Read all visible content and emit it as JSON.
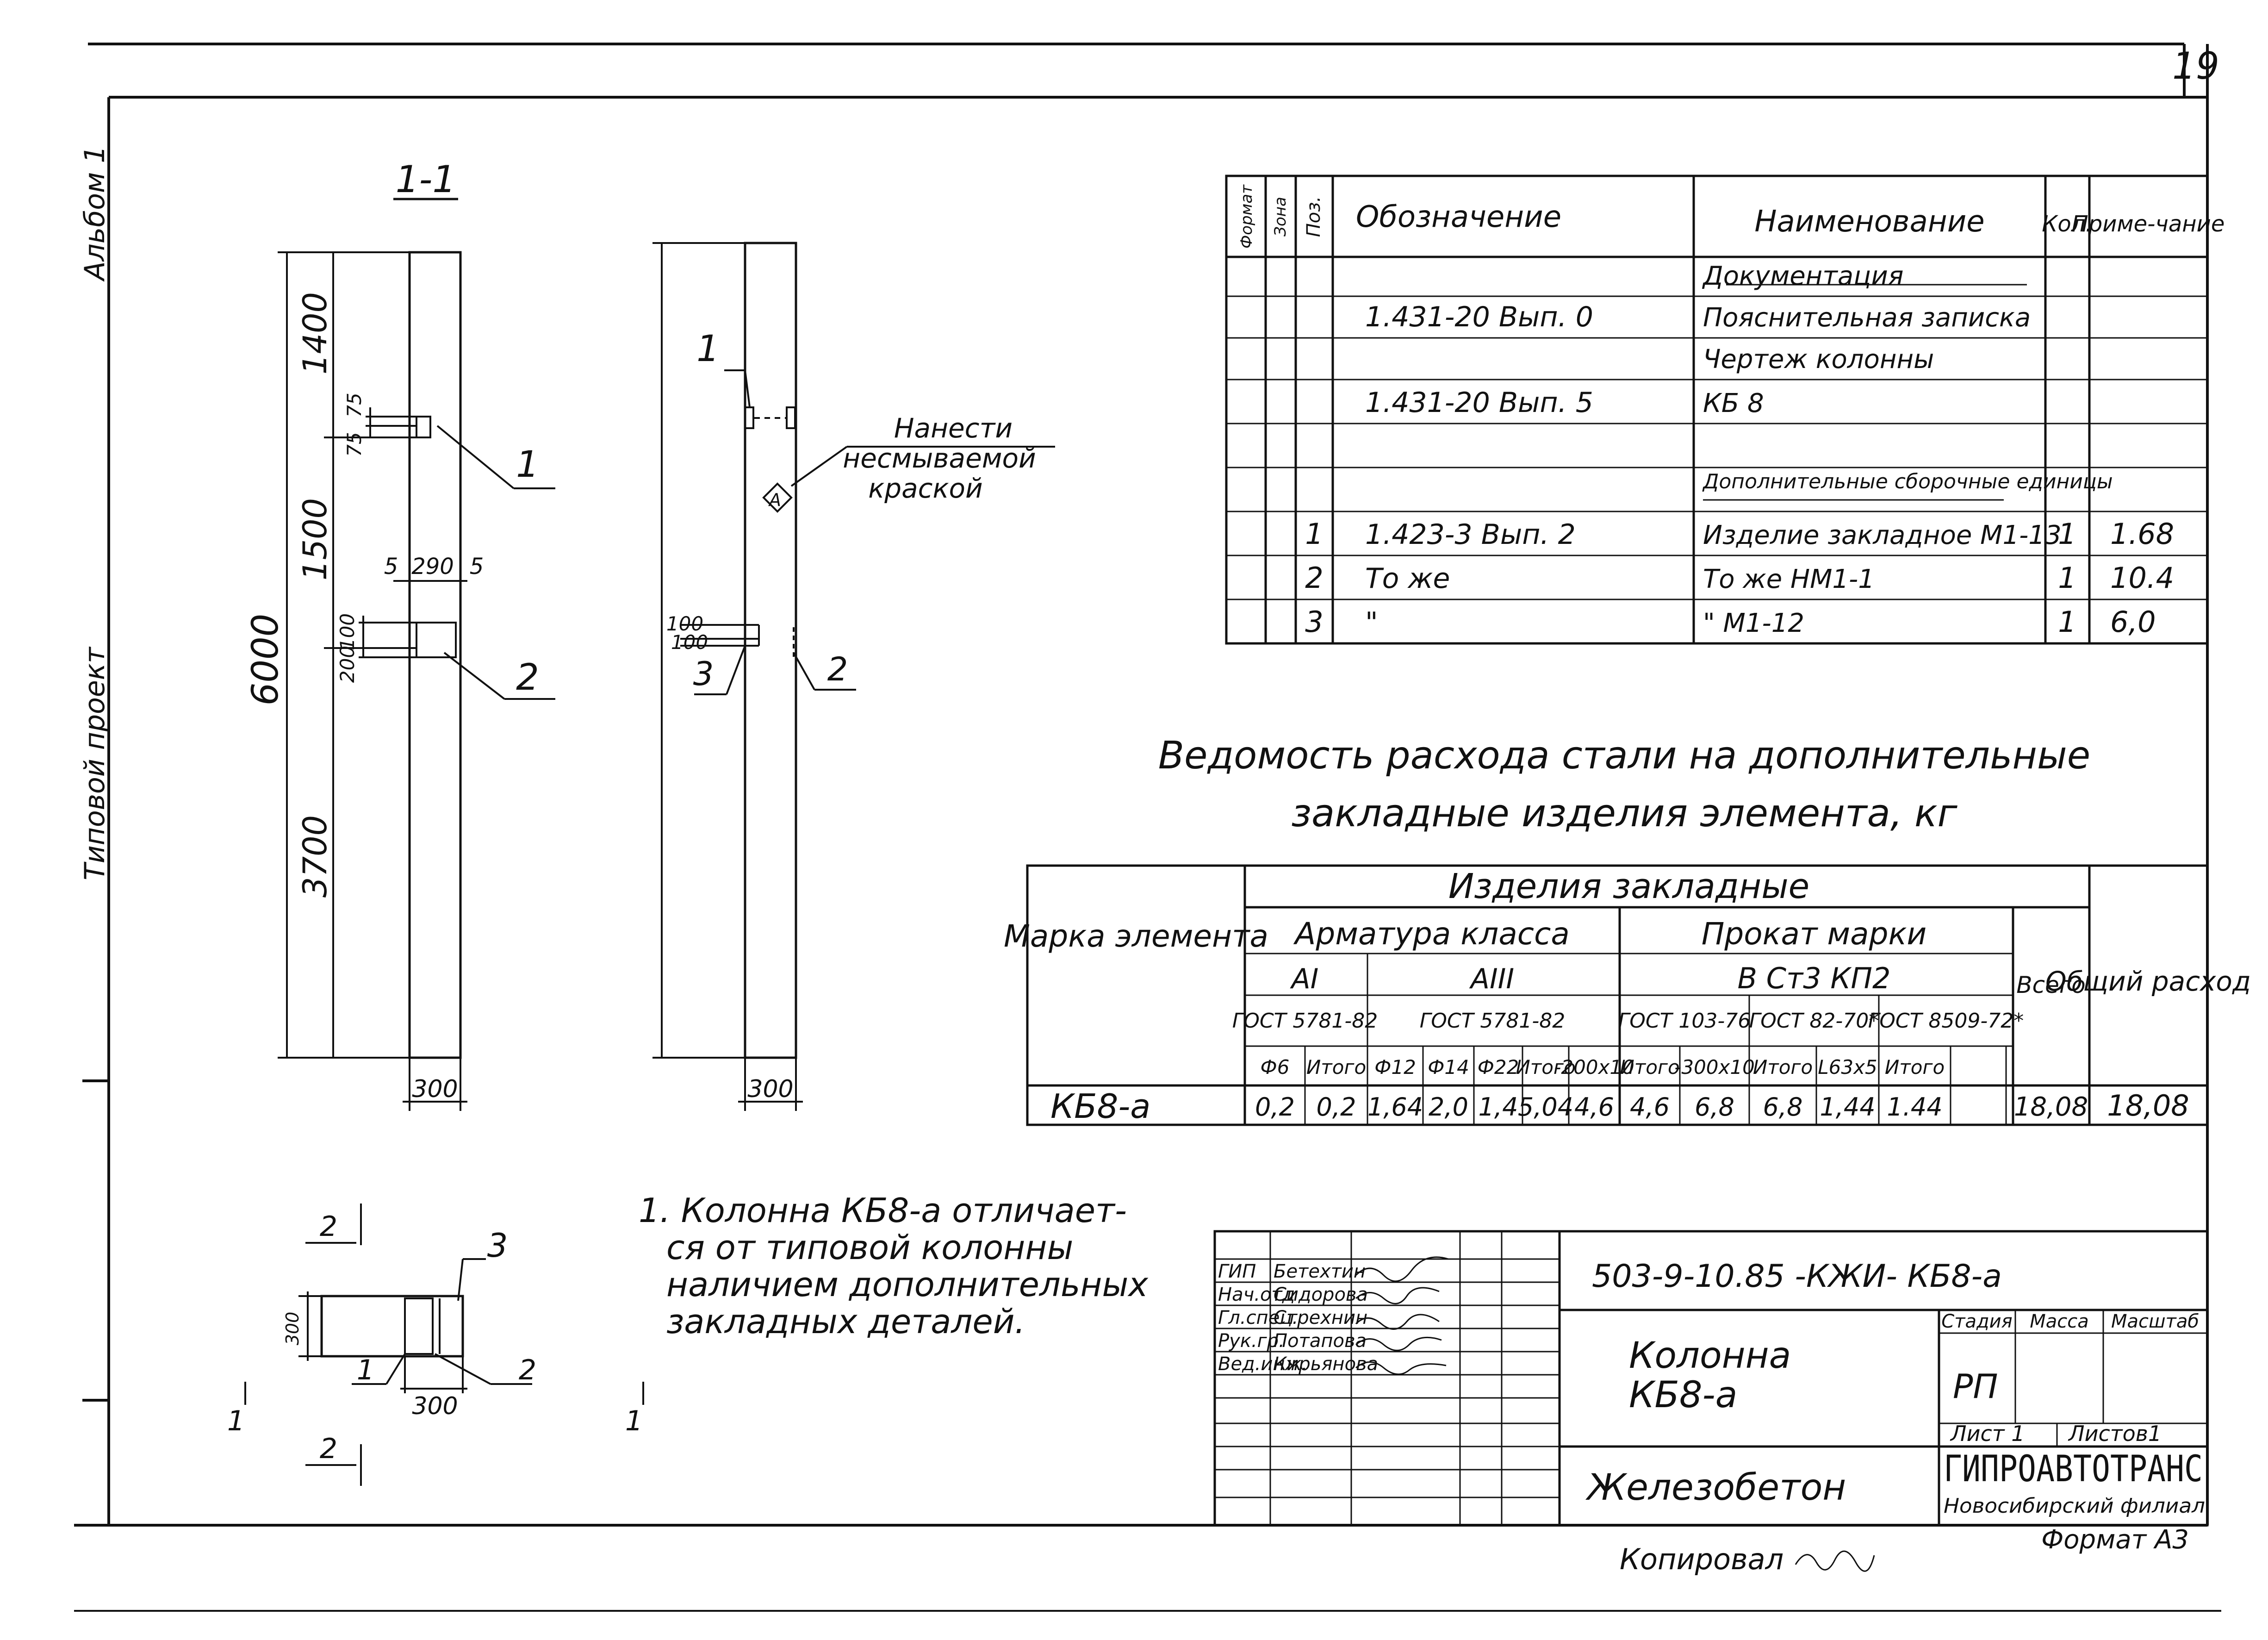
{
  "sheet": {
    "number": "19",
    "side_labels": [
      "Альбом 1",
      "Типовой проект"
    ],
    "signature_copied": "Копировал",
    "format": "Формат А3"
  },
  "section_1_1": {
    "title": "1-1",
    "dim_total": "6000",
    "dim_top": "1400",
    "dim_middle": "1500",
    "dim_bottom": "3700",
    "dim_75a": "75",
    "dim_75b": "75",
    "dim_100": "100",
    "dim_200": "200",
    "dim_5a": "5",
    "dim_290": "290",
    "dim_5b": "5",
    "dim_width": "300",
    "leader_1": "1",
    "leader_2": "2"
  },
  "elevation": {
    "leader_1": "1",
    "leader_2": "2",
    "leader_3": "3",
    "dim_100a": "100",
    "dim_100b": "100",
    "dim_width": "300",
    "note_lines": [
      "Нанести",
      "несмываемой",
      "краской"
    ],
    "marker": "А"
  },
  "plan_section": {
    "cut_2a": "2",
    "cut_2b": "2",
    "cut_1a": "1",
    "cut_1b": "1",
    "leader_1": "1",
    "leader_2": "2",
    "leader_3": "3",
    "dim_300": "300",
    "dim_300_side": "300"
  },
  "spec_table": {
    "headers": {
      "format": "Формат",
      "zone": "Зона",
      "pos": "Поз.",
      "designation": "Обозначение",
      "name": "Наименование",
      "qty": "Кол.",
      "note": "Приме-чание"
    },
    "rows": [
      {
        "pos": "",
        "designation": "",
        "name": "Документация",
        "qty": "",
        "note": ""
      },
      {
        "pos": "",
        "designation": "1.431-20 Вып. 0",
        "name": "Пояснительная записка",
        "qty": "",
        "note": ""
      },
      {
        "pos": "",
        "designation": "",
        "name": "Чертеж колонны",
        "qty": "",
        "note": ""
      },
      {
        "pos": "",
        "designation": "1.431-20 Вып. 5",
        "name": "КБ 8",
        "qty": "",
        "note": ""
      },
      {
        "pos": "",
        "designation": "",
        "name": "",
        "qty": "",
        "note": ""
      },
      {
        "pos": "",
        "designation": "",
        "name": "Дополнительные сборочные единицы",
        "qty": "",
        "note": ""
      },
      {
        "pos": "1",
        "designation": "1.423-3 Вып. 2",
        "name": "Изделие закладное М1-13",
        "qty": "1",
        "note": "1.68"
      },
      {
        "pos": "2",
        "designation": "То же",
        "name": "То же   НМ1-1",
        "qty": "1",
        "note": "10.4"
      },
      {
        "pos": "3",
        "designation": "\"",
        "name": "\"      М1-12",
        "qty": "1",
        "note": "6,0"
      }
    ]
  },
  "steel_title": [
    "Ведомость  расхода  стали на дополнительные",
    "закладные  изделия  элемента, кг"
  ],
  "steel_table": {
    "mark_header": "Марка элемента",
    "group_header": "Изделия   закладные",
    "armature_header": "Арматура  класса",
    "rolled_header": "Прокат  марки",
    "rolled_grade": "В Ст3 КП2",
    "class_a1": "АI",
    "class_a3": "АIII",
    "gost_a1": "ГОСТ 5781-82",
    "gost_a3": "ГОСТ 5781-82",
    "gost_r1": "ГОСТ 103-76",
    "gost_r2": "ГОСТ 82-70*",
    "gost_r3": "ГОСТ 8509-72*",
    "total_header": "Всего",
    "overall_header": "Общий расход",
    "sub_headers": [
      "Ф6",
      "Итого",
      "Ф12",
      "Ф14",
      "Ф22",
      "Итого",
      "-200х10",
      "Итого",
      "-300х10",
      "Итого",
      "L63х5",
      "Итого"
    ],
    "row": {
      "mark": "КБ8-а",
      "values": [
        "0,2",
        "0,2",
        "1,64",
        "2,0",
        "1,4",
        "5,04",
        "4,6",
        "4,6",
        "6,8",
        "6,8",
        "1,44",
        "1.44"
      ],
      "total": "18,08",
      "overall": "18,08"
    }
  },
  "note": [
    "1. Колонна КБ8-а отличает-",
    "ся от типовой колонны",
    "наличием дополнительных",
    "закладных деталей."
  ],
  "title_block": {
    "code": "503-9-10.85 -КЖИ- КБ8-а",
    "name_lines": [
      "Колонна",
      "КБ8-а"
    ],
    "material": "Железобетон",
    "stage_label": "Стадия",
    "mass_label": "Масса",
    "scale_label": "Масштаб",
    "stage_value": "РП",
    "sheet_label": "Лист 1",
    "sheets_label": "Листов1",
    "org": "ГИПРОАВТОТРАНС",
    "branch": "Новосибирский филиал",
    "people": [
      {
        "role": "ГИП",
        "name": "Бетехтин"
      },
      {
        "role": "Нач.отд",
        "name": "Сидорова"
      },
      {
        "role": "Гл.спец.",
        "name": "Стрехнин"
      },
      {
        "role": "Рук.гр.",
        "name": "Потапова"
      },
      {
        "role": "Вед.инж.",
        "name": "Кирьянова"
      }
    ]
  }
}
